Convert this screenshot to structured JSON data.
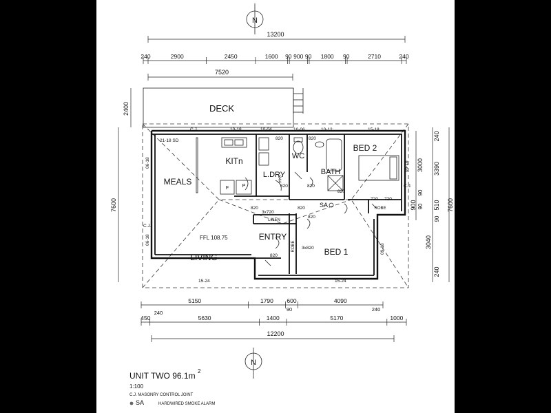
{
  "north": "N",
  "dims": {
    "overall_top": "13200",
    "top_segments": [
      "240",
      "2900",
      "2450",
      "1600",
      "90",
      "900",
      "90",
      "1800",
      "90",
      "2710",
      "240"
    ],
    "deck_width": "7520",
    "deck_depth": "2400",
    "left_height": "7600",
    "right_height": "7600",
    "right_inner": [
      "240",
      "3000",
      "90",
      "900",
      "90",
      "3040",
      "240"
    ],
    "right_outer": [
      "3390",
      "510",
      "90"
    ],
    "bottom_row1": [
      "5150",
      "1790",
      "600",
      "4090"
    ],
    "bottom_row1_small": [
      "240",
      "90",
      "240"
    ],
    "bottom_row2": [
      "450",
      "5630",
      "1400",
      "5170",
      "1000"
    ],
    "overall_bottom": "12200"
  },
  "rooms": {
    "deck": "DECK",
    "kitchen": "KITn",
    "meals": "MEALS",
    "laundry": "L.DRY",
    "wc": "WC",
    "bath": "BATH",
    "bed2": "BED 2",
    "entry": "ENTRY",
    "living": "LIVING",
    "bed1": "BED 1",
    "linen": "LINEN",
    "robe": "ROBE",
    "robe2": "ROBE",
    "fridge": "F",
    "pantry": "P"
  },
  "notes": {
    "ffl": "FFL 108.75",
    "window_2118sd": "21-18 SD",
    "cj": "C.J.",
    "cj_left": "C.J.",
    "cj_right": "C.J.",
    "w_1018": "10-18",
    "w_1004": "10-04",
    "w_1006": "10-06",
    "w_1012": "10-12",
    "w_1518a": "15-18",
    "w_0618a": "06-18",
    "w_0618b": "06-18",
    "w_0618c": "06-18",
    "w_0918": "09-18",
    "w_1524a": "15-24",
    "w_1524b": "15-24",
    "d820_1": "820",
    "d820_2": "820",
    "d820_3": "820",
    "d820_4": "820",
    "d820_5": "820",
    "d820_6": "820",
    "d820_7": "820",
    "d820_8": "820",
    "d820_9": "820",
    "d720a": "720",
    "d720b": "720",
    "lin_720": "3x720",
    "robe_820": "3x820",
    "d_044": "044",
    "sa": "SA"
  },
  "title": {
    "main": "UNIT TWO  96.1m",
    "sup": "2",
    "scale": "1:100"
  },
  "legend": {
    "cj": "C.J. MASONRY CONTROL JOINT",
    "sa_symbol": "SA",
    "sa_text": "HARDWIRED SMOKE ALARM"
  }
}
